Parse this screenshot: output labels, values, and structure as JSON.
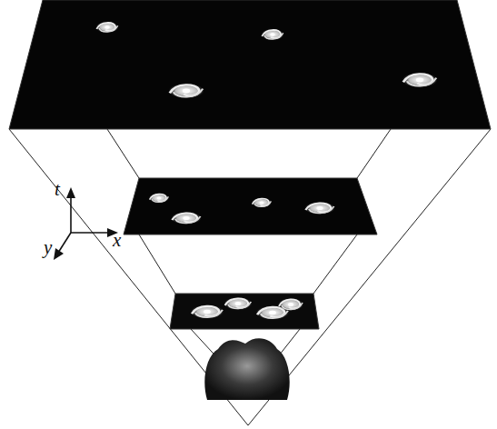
{
  "diagram": {
    "labels": [
      "t",
      "x",
      "y"
    ]
  }
}
